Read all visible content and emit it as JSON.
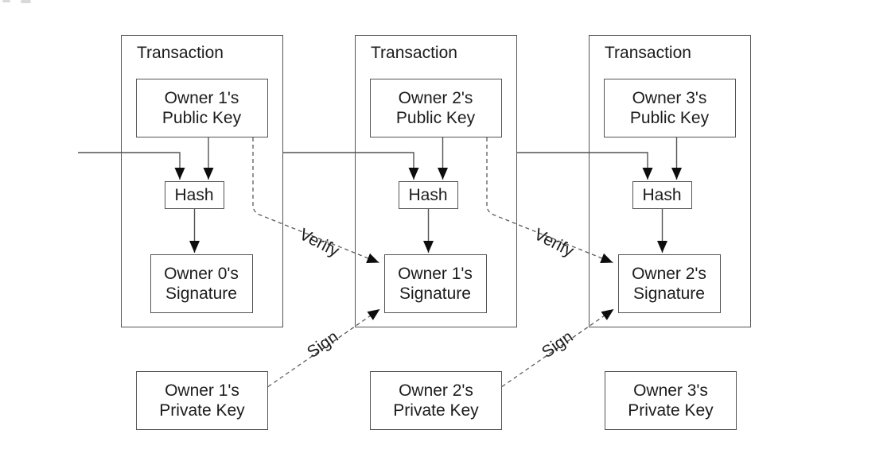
{
  "colors": {
    "background": "#ffffff",
    "line": "#545454",
    "dashed_line": "#5a5a5a",
    "arrow": "#0d0d0d",
    "text": "#1c1c1c"
  },
  "transactions": [
    {
      "title": "Transaction",
      "public_key_line1": "Owner 1's",
      "public_key_line2": "Public Key",
      "hash_label": "Hash",
      "signature_line1": "Owner 0's",
      "signature_line2": "Signature"
    },
    {
      "title": "Transaction",
      "public_key_line1": "Owner 2's",
      "public_key_line2": "Public Key",
      "hash_label": "Hash",
      "signature_line1": "Owner 1's",
      "signature_line2": "Signature"
    },
    {
      "title": "Transaction",
      "public_key_line1": "Owner 3's",
      "public_key_line2": "Public Key",
      "hash_label": "Hash",
      "signature_line1": "Owner 2's",
      "signature_line2": "Signature"
    }
  ],
  "private_keys": [
    {
      "line1": "Owner 1's",
      "line2": "Private Key"
    },
    {
      "line1": "Owner 2's",
      "line2": "Private Key"
    },
    {
      "line1": "Owner 3's",
      "line2": "Private Key"
    }
  ],
  "edge_labels": {
    "verify": "Verify",
    "sign": "Sign"
  }
}
